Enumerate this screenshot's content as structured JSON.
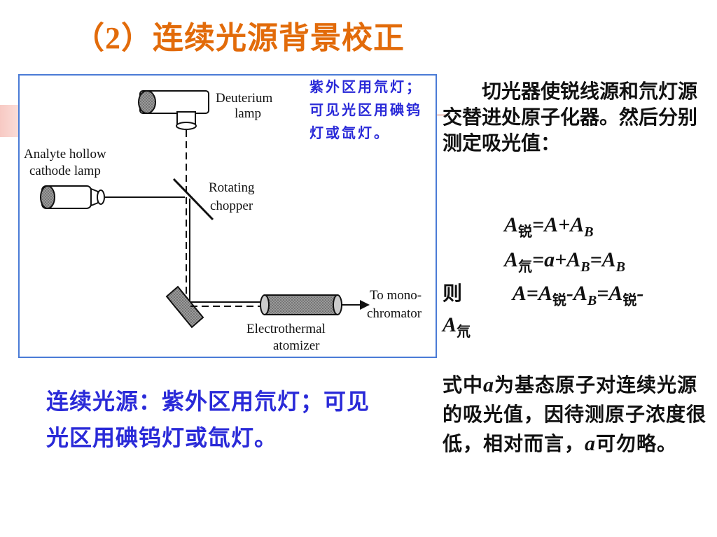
{
  "slide": {
    "title_open": "（",
    "title_num": "2",
    "title_close": "）连续光源背景校正"
  },
  "diagram": {
    "labels": {
      "deuterium_1": "Deuterium",
      "deuterium_2": "lamp",
      "analyte_1": "Analyte hollow",
      "analyte_2": "cathode lamp",
      "chopper_1": "Rotating",
      "chopper_2": "chopper",
      "mono_1": "To mono-",
      "mono_2": "chromator",
      "atomizer_1": "Electrothermal",
      "atomizer_2": "atomizer"
    }
  },
  "notes": {
    "blue_note": "紫外区用氘灯；可见光区用碘钨灯或氙灯。",
    "right_para": "切光器使锐线源和氘灯源交替进处原子化器。然后分别测定吸光值：",
    "eq1_a": "A",
    "eq1_sub": "锐",
    "eq1_b": "=A+A",
    "eq1_subB": "B",
    "eq2_a": "A",
    "eq2_sub": "氘",
    "eq2_b": "=a+A",
    "eq2_subB": "B",
    "eq2_c": "=A",
    "eq2_subB2": "B",
    "then": "则",
    "eq3_a": "A=A",
    "eq3_sub1": "锐",
    "eq3_b": "-A",
    "eq3_subB": "B",
    "eq3_c": "=A",
    "eq3_sub2": "锐",
    "eq3_d": "-",
    "eq4_a": "A",
    "eq4_sub": "氘",
    "foot_1": "式中",
    "foot_a": "a",
    "foot_2": "为基态原子对连续光源的吸光值，因待测原子浓度很低，相对而言，",
    "foot_a2": "a",
    "foot_3": "可勿略。",
    "bottom_left": "连续光源：紫外区用氘灯；可见光区用碘钨灯或氙灯。"
  }
}
